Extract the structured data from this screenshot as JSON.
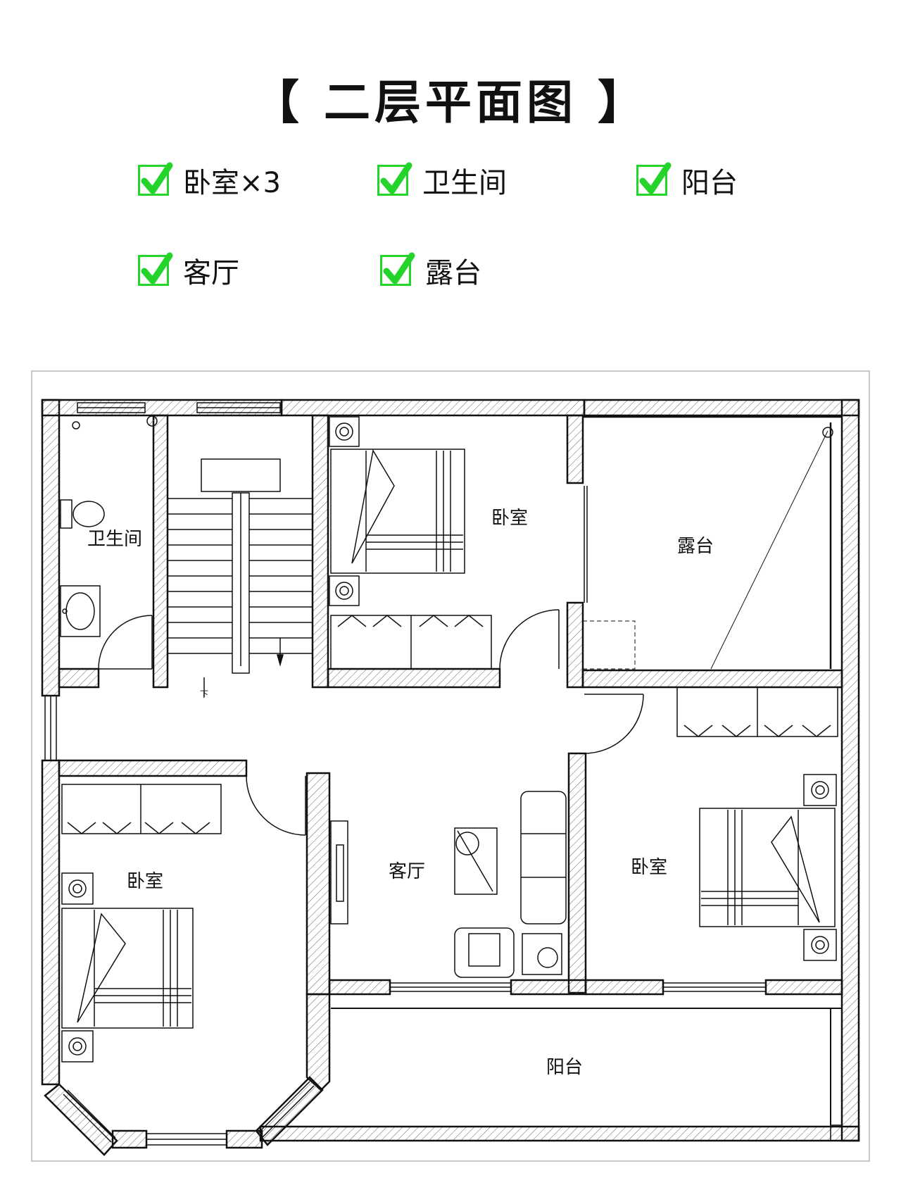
{
  "title": "【 二层平面图 】",
  "features": [
    {
      "label": "卧室×3"
    },
    {
      "label": "卫生间"
    },
    {
      "label": "阳台"
    },
    {
      "label": "客厅"
    },
    {
      "label": "露台"
    }
  ],
  "rooms": {
    "bathroom": "卫生间",
    "bedroom_top": "卧室",
    "terrace": "露台",
    "bedroom_left": "卧室",
    "living": "客厅",
    "bedroom_right": "卧室",
    "balcony": "阳台"
  },
  "stair_label": "下",
  "colors": {
    "check": "#25d42b",
    "line": "#111111",
    "frame": "#c8c8c8"
  }
}
